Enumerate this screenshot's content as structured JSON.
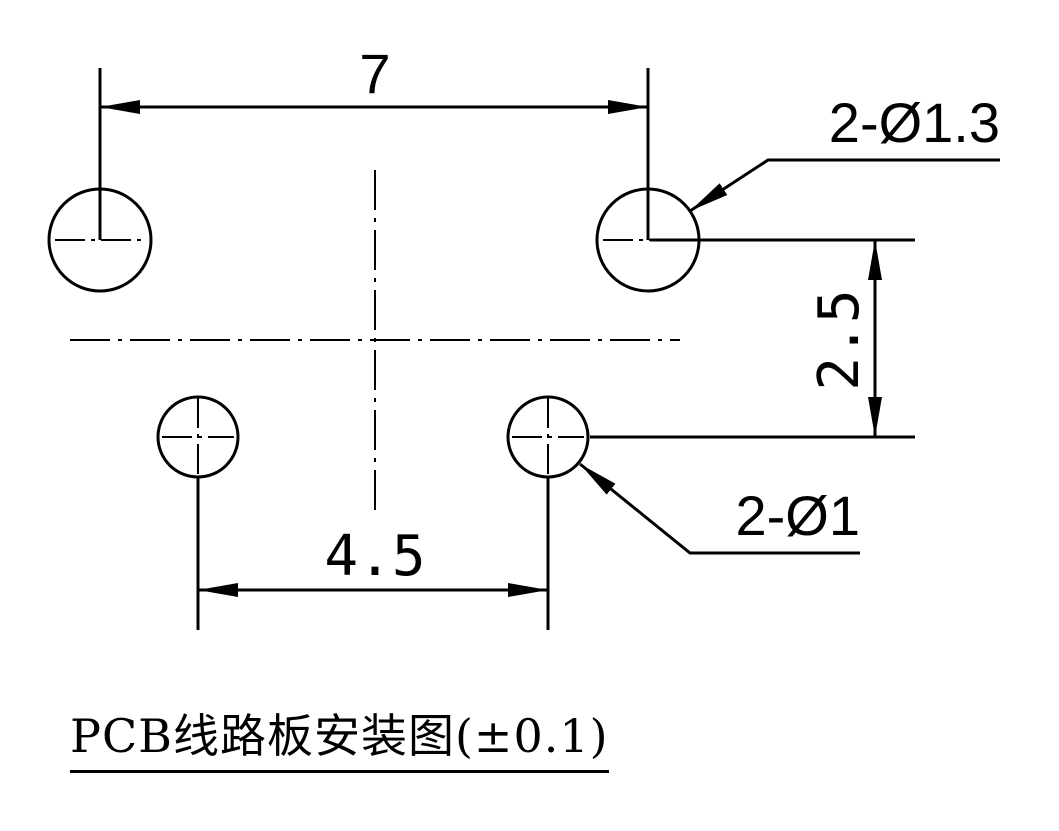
{
  "dimensions": {
    "top_spacing": "7",
    "bottom_spacing": "4.5",
    "vertical_spacing": "2.5",
    "large_hole_callout": "2-Ø1.3",
    "small_hole_callout": "2-Ø1"
  },
  "caption": "PCB线路板安装图(±0.1)",
  "colors": {
    "line": "#000000",
    "background": "#ffffff"
  }
}
